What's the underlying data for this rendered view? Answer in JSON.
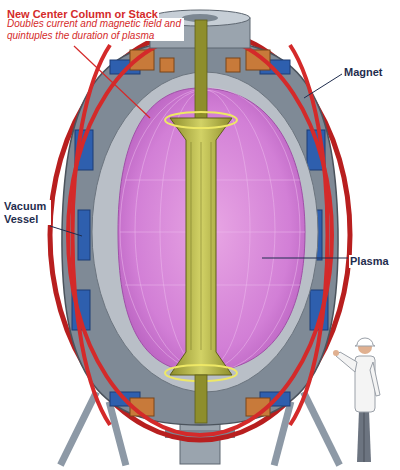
{
  "diagram": {
    "labels": [
      "New Center Column or Stack",
      "Doubles current and magnetic field and quintuples the duration of plasma",
      "Magnet",
      "Vacuum Vessel",
      "Plasma"
    ]
  }
}
